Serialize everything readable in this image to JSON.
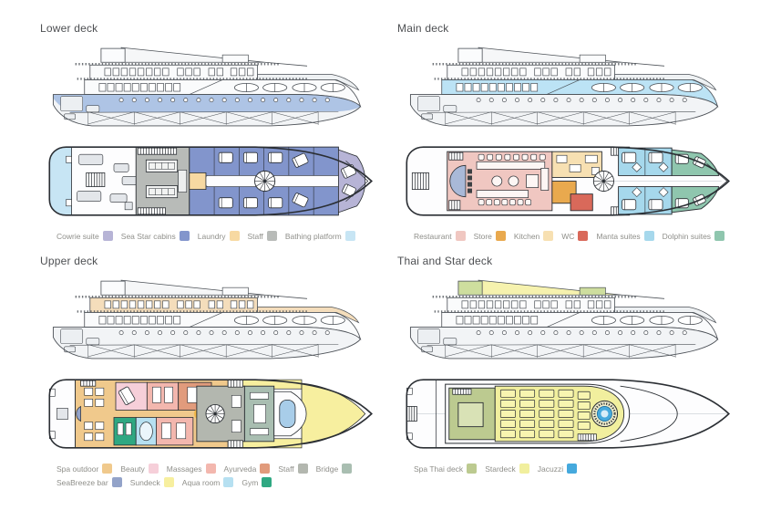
{
  "page": {
    "background": "#ffffff"
  },
  "colors": {
    "outline": "#2b2f34",
    "profile_line": "#4c5157",
    "centerline": "#cfd4d9",
    "hull_fill": "#f2f4f6",
    "bar": "#a9b9d8",
    "spa_dot": "#f3b94b",
    "windshield": "#a8cde9",
    "furniture": "#e3e6ea",
    "profile_highlights": {
      "lower": "#aec4e5",
      "main": "#bce3f5",
      "upper": "#f4ddbb",
      "thai_box": "#cede9e",
      "star_canopy": "#f6f2ae"
    }
  },
  "decks": [
    {
      "id": "lower",
      "title": "Lower deck",
      "legend": [
        {
          "key": "cowrie",
          "label": "Cowrie suite",
          "color": "#b7b4d6"
        },
        {
          "key": "seastar",
          "label": "Sea Star cabins",
          "color": "#8295cc"
        },
        {
          "key": "laundry",
          "label": "Laundry",
          "color": "#f7d9a2"
        },
        {
          "key": "staff",
          "label": "Staff",
          "color": "#b8bbb8"
        },
        {
          "key": "bathing",
          "label": "Bathing platform",
          "color": "#c7e5f4"
        }
      ]
    },
    {
      "id": "main",
      "title": "Main deck",
      "legend": [
        {
          "key": "restaurant",
          "label": "Restaurant",
          "color": "#f0c7c1"
        },
        {
          "key": "store",
          "label": "Store",
          "color": "#e9a94e"
        },
        {
          "key": "kitchen",
          "label": "Kitchen",
          "color": "#f7e0b2"
        },
        {
          "key": "wc",
          "label": "WC",
          "color": "#d9695a"
        },
        {
          "key": "manta",
          "label": "Manta suites",
          "color": "#a6d8ec"
        },
        {
          "key": "dolphin",
          "label": "Dolphin suites",
          "color": "#8fc6ae"
        }
      ]
    },
    {
      "id": "upper",
      "title": "Upper deck",
      "legend": [
        {
          "key": "spa_outdoor",
          "label": "Spa outdoor",
          "color": "#f0c98c"
        },
        {
          "key": "beauty",
          "label": "Beauty",
          "color": "#f6cfd9"
        },
        {
          "key": "massages",
          "label": "Massages",
          "color": "#f3b7ae"
        },
        {
          "key": "ayurveda",
          "label": "Ayurveda",
          "color": "#e19b7c"
        },
        {
          "key": "staff",
          "label": "Staff",
          "color": "#b3b7af"
        },
        {
          "key": "bridge",
          "label": "Bridge",
          "color": "#a9beb1"
        },
        {
          "key": "seabreeze",
          "label": "SeaBreeze bar",
          "color": "#93a3c9"
        },
        {
          "key": "sundeck",
          "label": "Sundeck",
          "color": "#f7ef9f"
        },
        {
          "key": "aqua",
          "label": "Aqua room",
          "color": "#b6e0f1"
        },
        {
          "key": "gym",
          "label": "Gym",
          "color": "#2fa882"
        }
      ]
    },
    {
      "id": "thai",
      "title": "Thai and Star deck",
      "legend": [
        {
          "key": "spa_thai",
          "label": "Spa Thai deck",
          "color": "#bcca90"
        },
        {
          "key": "stardeck",
          "label": "Stardeck",
          "color": "#f1ef9e"
        },
        {
          "key": "jacuzzi",
          "label": "Jacuzzi",
          "color": "#45a9dd"
        }
      ]
    }
  ]
}
